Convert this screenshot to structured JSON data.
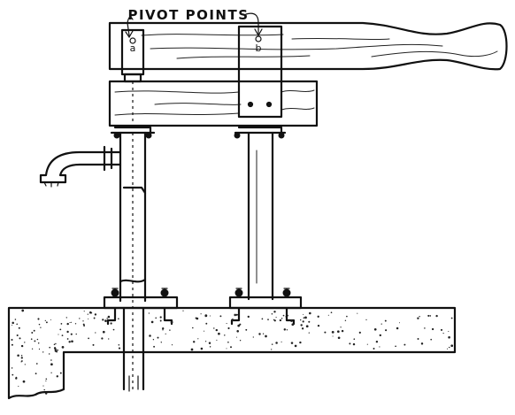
{
  "callout": {
    "label": "PIVOT POINTS",
    "point_a": "a",
    "point_b": "b"
  },
  "colors": {
    "ink": "#111111",
    "paper": "#ffffff"
  }
}
